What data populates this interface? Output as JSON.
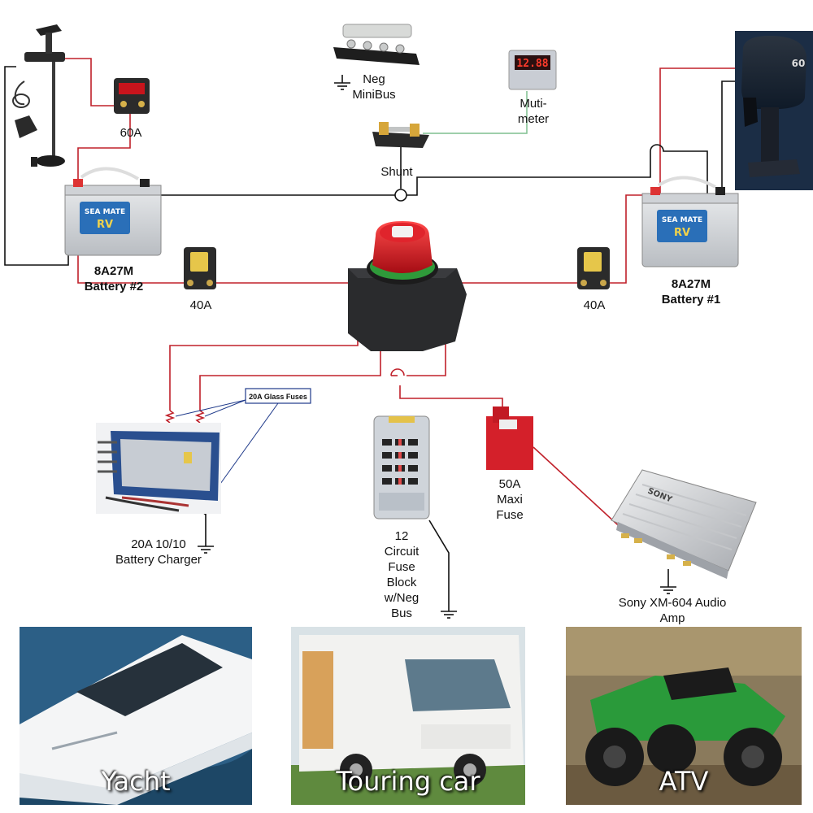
{
  "labels": {
    "neg_minibus": "Neg\nMiniBus",
    "mutimeter": "Muti-\nmeter",
    "shunt": "Shunt",
    "breaker_60a": "60A",
    "battery2": "8A27M\nBattery #2",
    "battery1": "8A27M\nBattery #1",
    "breaker_40a_left": "40A",
    "breaker_40a_right": "40A",
    "glass_fuses": "20A Glass Fuses",
    "charger": "20A 10/10\nBattery Charger",
    "fuse_block": "12\nCircuit\nFuse\nBlock\nw/Neg\nBus",
    "maxi_fuse": "50A\nMaxi\nFuse",
    "amp": "Sony XM-604 Audio\nAmp"
  },
  "device_text": {
    "meter_display": "12.88",
    "battery_brand": "SEA MATE",
    "battery_model": "RV",
    "outboard_hp": "60",
    "amp_brand": "SONY"
  },
  "photos": {
    "yacht": "Yacht",
    "touring_car": "Touring car",
    "atv": "ATV"
  },
  "colors": {
    "positive_wire": "#c0202a",
    "negative_wire": "#111111",
    "signal_wire": "#7fbf8f",
    "switch_red": "#c8141c",
    "fuse_red": "#d4202a",
    "battery_blue": "#2a6fb8"
  }
}
